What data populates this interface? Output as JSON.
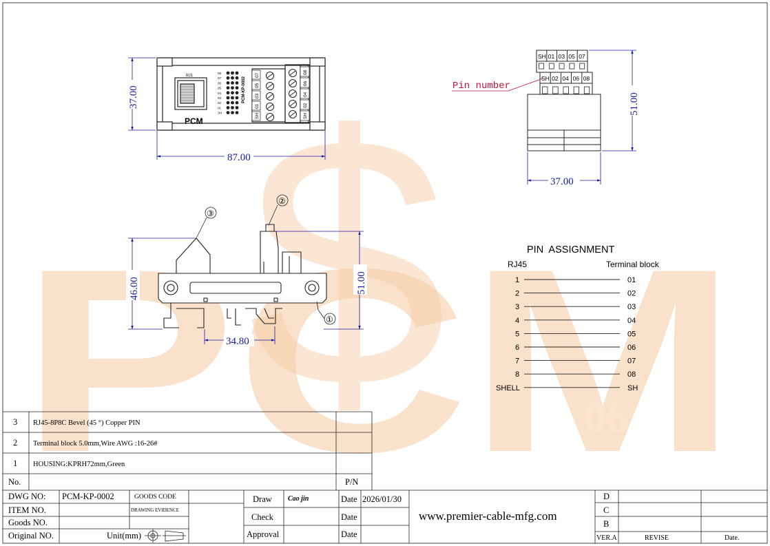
{
  "watermark": {
    "letters": "PCM",
    "number": "06",
    "color": "#f7c9a2"
  },
  "views": {
    "top": {
      "dim_width": "87.00",
      "dim_height": "37.00",
      "jack_label": "RJ1",
      "model_label": "PCM-KP-0002",
      "logo": "PCM",
      "row_labels": [
        "08",
        "07",
        "06",
        "05",
        "04",
        "03",
        "02",
        "01",
        "SH"
      ],
      "terminal_left": [
        "07",
        "05",
        "03",
        "01",
        "SH"
      ],
      "terminal_right": [
        "08",
        "06",
        "04",
        "02",
        "SH"
      ]
    },
    "side": {
      "dim_width": "37.00",
      "dim_height": "51.00",
      "pin_number_label": "Pin number",
      "top_row": [
        "SH",
        "01",
        "03",
        "05",
        "07"
      ],
      "bottom_row": [
        "SH",
        "02",
        "04",
        "06",
        "08"
      ]
    },
    "front": {
      "dim_height_left": "46.00",
      "dim_height_right": "51.00",
      "dim_rail": "34.80",
      "callouts": [
        "①",
        "②",
        "③"
      ]
    }
  },
  "pin_assignment": {
    "title": "PIN  ASSIGNMENT",
    "col_left": "RJ45",
    "col_right": "Terminal block",
    "rows": [
      {
        "rj45": "1",
        "terminal": "01"
      },
      {
        "rj45": "2",
        "terminal": "02"
      },
      {
        "rj45": "3",
        "terminal": "03"
      },
      {
        "rj45": "4",
        "terminal": "04"
      },
      {
        "rj45": "5",
        "terminal": "05"
      },
      {
        "rj45": "6",
        "terminal": "06"
      },
      {
        "rj45": "7",
        "terminal": "07"
      },
      {
        "rj45": "8",
        "terminal": "08"
      },
      {
        "rj45": "SHELL",
        "terminal": "SH"
      }
    ]
  },
  "bom": {
    "rows": [
      {
        "no": "3",
        "desc": "RJ45-8P8C  Bevel (45 °) Copper PIN"
      },
      {
        "no": "2",
        "desc": "Terminal block 5.0mm,Wire AWG :16-26#"
      },
      {
        "no": "1",
        "desc": "HOUSING:KPRH72mm,Green"
      }
    ],
    "header_no": "No.",
    "header_pn": "P/N"
  },
  "title_block": {
    "dwg_no_label": "DWG NO:",
    "dwg_no": "PCM-KP-0002",
    "goods_code_label": "GOODS CODE",
    "item_no_label": "ITEM NO.",
    "drawing_evidence_label": "DRAWING EVIDENCE",
    "goods_no_label": "Goods NO.",
    "original_no_label": "Original NO.",
    "unit_label": "Unit(mm)",
    "draw_label": "Draw",
    "draw_sign": "Cao jin",
    "check_label": "Check",
    "approval_label": "Approval",
    "date_label": "Date",
    "date_value": "2026/01/30",
    "website": "www.premier-cable-mfg.com",
    "rev_rows": [
      "D",
      "C",
      "B"
    ],
    "ver_label": "VER.A",
    "revise_label": "REVISE",
    "date_col_label": "Date."
  }
}
